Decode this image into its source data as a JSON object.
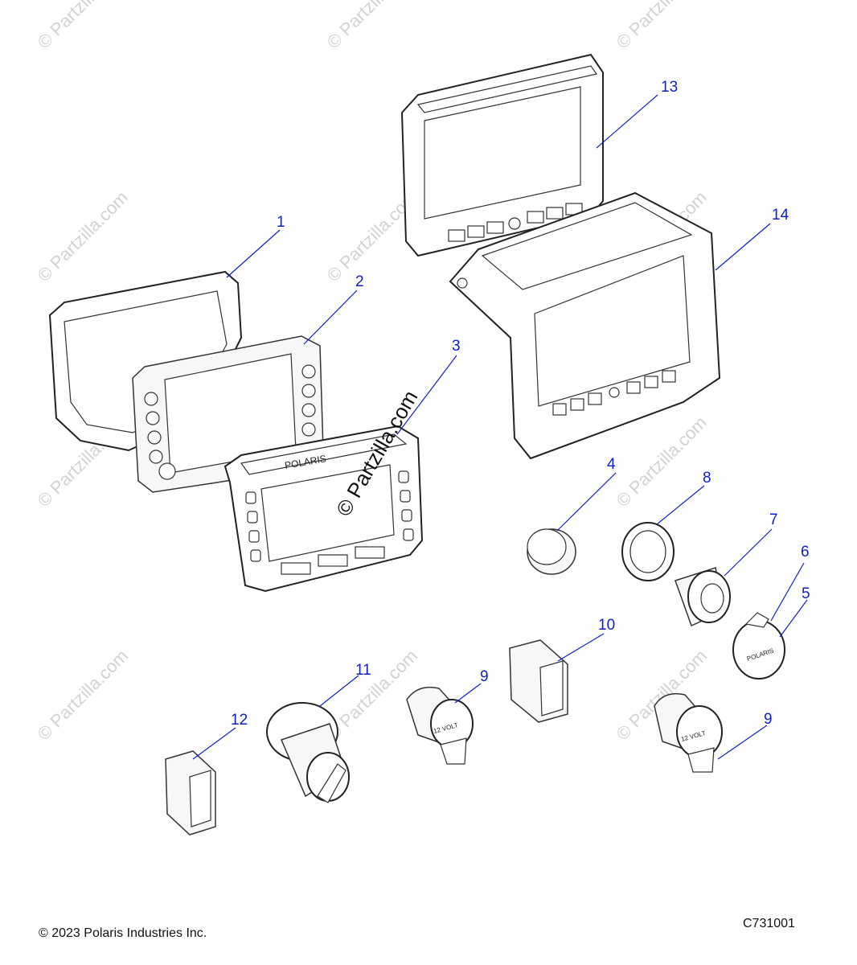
{
  "watermark_small": "© Partzilla.com",
  "watermark_center": "© Partzilla.com",
  "callouts": [
    "1",
    "2",
    "3",
    "4",
    "5",
    "6",
    "7",
    "8",
    "9",
    "9",
    "10",
    "11",
    "12",
    "13",
    "14"
  ],
  "part_labels": {
    "gauge_brand": "POLARIS",
    "socket_text": "12 VOLT",
    "cap_brand": "POLARIS"
  },
  "footer": {
    "copyright": "© 2023 Polaris Industries Inc.",
    "diagram_code": "C731001"
  },
  "colors": {
    "callout": "#1020c8",
    "watermark": "#d2d2d2"
  }
}
